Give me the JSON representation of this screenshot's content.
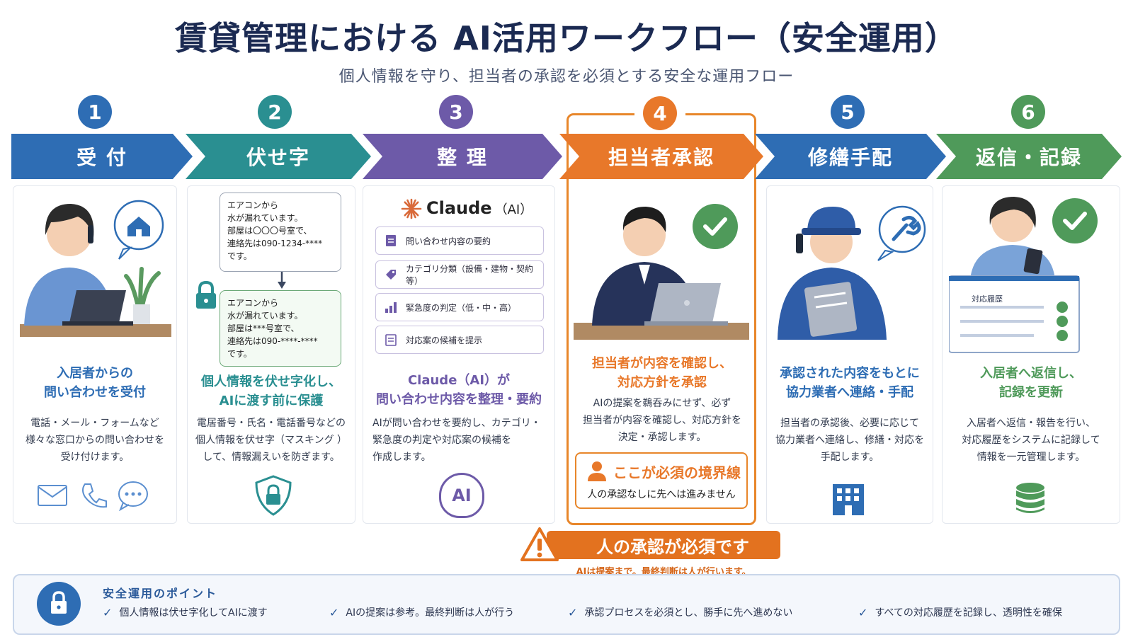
{
  "title": "賃貸管理における AI活用ワークフロー（安全運用）",
  "subtitle": "個人情報を守り、担当者の承認を必須とする安全な運用フロー",
  "colors": {
    "blue": "#2e6db4",
    "teal": "#2a8f91",
    "purple": "#6d5aa8",
    "orange": "#e8782a",
    "green": "#4f9a5a"
  },
  "steps": [
    {
      "num": "1",
      "label": "受 付",
      "head": [
        "入居者からの",
        "問い合わせを受付"
      ],
      "desc": [
        "電話・メール・フォームなど",
        "様々な窓口からの問い合わせを",
        "受け付けます。"
      ]
    },
    {
      "num": "2",
      "label": "伏せ字",
      "head": [
        "個人情報を伏せ字化し、",
        "AIに渡す前に保護"
      ],
      "desc": [
        "電居番号・氏名・電話番号などの",
        "個人情報を伏せ字（マスキング ）",
        "して、情報漏えいを防ぎます。"
      ],
      "before": [
        "エアコンから",
        "水が漏れています。",
        "部屋は〇〇〇号室で、",
        "連絡先は090-1234-****",
        "です。"
      ],
      "after": [
        "エアコンから",
        "水が漏れています。",
        "部屋は***号室で、",
        "連絡先は090-****-****",
        "です。"
      ]
    },
    {
      "num": "3",
      "label": "整 理",
      "brand": "Claude",
      "brand_suffix": "（AI）",
      "items": [
        "問い合わせ内容の要約",
        "カテゴリ分類（設備・建物・契約等）",
        "緊急度の判定（低・中・高）",
        "対応案の候補を提示"
      ],
      "head": [
        "Claude（AI）が",
        "問い合わせ内容を整理・要約"
      ],
      "desc": [
        "AIが問い合わせを要約し、カテゴリ・",
        "緊急度の判定や対応案の候補を",
        "作成します。"
      ],
      "badge": "AI"
    },
    {
      "num": "4",
      "label": "担当者承認",
      "head": [
        "担当者が内容を確認し、",
        "対応方針を承認"
      ],
      "desc": [
        "AIの提案を鵜呑みにせず、必ず",
        "担当者が内容を確認し、対応方針を",
        "決定・承認します。"
      ],
      "boundary_title": "ここが必須の境界線",
      "boundary_desc": "人の承認なしに先へは進みません"
    },
    {
      "num": "5",
      "label": "修繕手配",
      "head": [
        "承認された内容をもとに",
        "協力業者へ連絡・手配"
      ],
      "desc": [
        "担当者の承認後、必要に応じて",
        "協力業者へ連絡し、修繕・対応を",
        "手配します。"
      ]
    },
    {
      "num": "6",
      "label": "返信・記録",
      "head": [
        "入居者へ返信し、",
        "記録を更新"
      ],
      "desc": [
        "入居者へ返信・報告を行い、",
        "対応履歴をシステムに記録して",
        "情報を一元管理します。"
      ],
      "doc_title": "対応履歴"
    }
  ],
  "warning": {
    "title": "人の承認が必須です",
    "sub": "AIは提案まで。最終判断は人が行います。"
  },
  "footer": {
    "title": "安全運用のポイント",
    "points": [
      "個人情報は伏せ字化してAIに渡す",
      "AIの提案は参考。最終判断は人が行う",
      "承認プロセスを必須とし、勝手に先へ進めない",
      "すべての対応履歴を記録し、透明性を確保"
    ]
  }
}
